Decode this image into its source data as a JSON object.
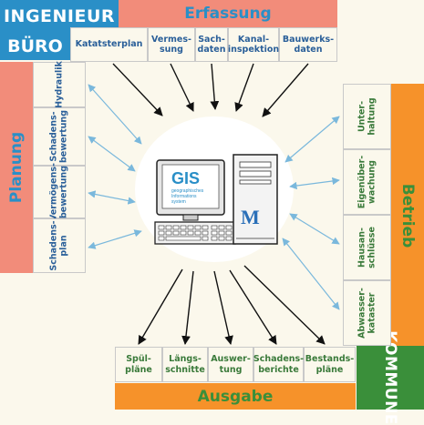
{
  "header": {
    "line1": "INGENIEUR",
    "line2": "BÜRO"
  },
  "sections": {
    "erfassung": "Erfassung",
    "planung": "Planung",
    "betrieb": "Betrieb",
    "ausgabe": "Ausgabe",
    "kommune": "KOMMUNE"
  },
  "erfassung_items": [
    "Katatsterplan",
    "Vermes-\nsung",
    "Sach-\ndaten",
    "Kanal-\ninspektion",
    "Bauwerks-\ndaten"
  ],
  "planung_items": [
    "Hydraulik",
    "Schadens-\nbewertung",
    "Vermögens-\nbewertung",
    "Schadens-\nplan"
  ],
  "betrieb_items": [
    "Unter-\nhaltung",
    "Eigenüber-\nwachung",
    "Hausan-\nschlüsse",
    "Abwasser-\nkataster"
  ],
  "ausgabe_items": [
    "Spül-\npläne",
    "Längs-\nschnitte",
    "Auswer-\ntung",
    "Schadens-\nberichte",
    "Bestands-\npläne"
  ],
  "center": {
    "gis_title": "GIS",
    "gis_subtitle": "geographisches\nInformations\nsystem",
    "tower_letter": "M"
  },
  "colors": {
    "blue": "#2a8fc7",
    "salmon": "#f28c7a",
    "orange": "#f6922a",
    "green": "#3a8f3a",
    "arrow_black": "#111111",
    "arrow_blue": "#7ab8dc"
  }
}
